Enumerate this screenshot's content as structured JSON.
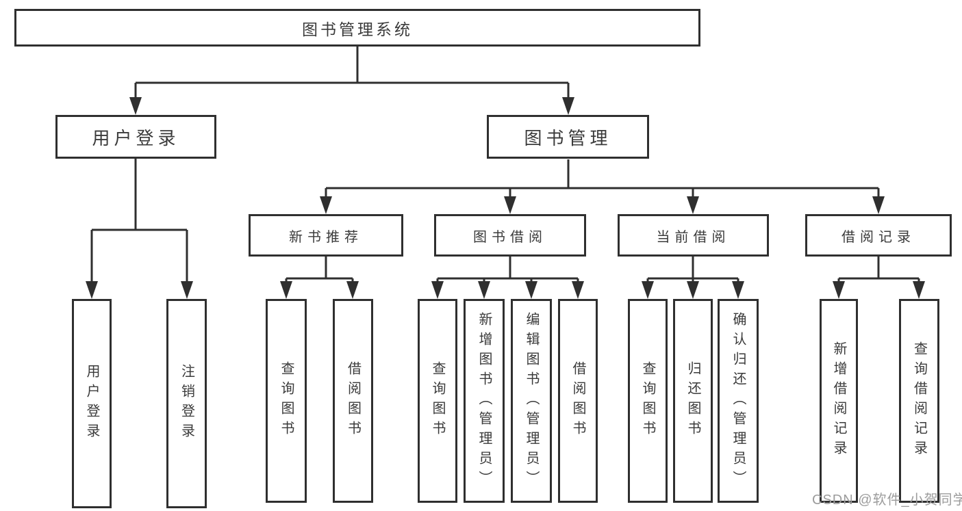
{
  "title": "图书管理系统",
  "level2": {
    "user_login_branch": "用户登录",
    "book_management_branch": "图书管理"
  },
  "level3": {
    "new_book_recommendation": "新书推荐",
    "book_borrowing": "图书借阅",
    "current_borrowing": "当前借阅",
    "borrowing_records": "借阅记录"
  },
  "leaves": {
    "user_login": "用户登录",
    "logout": "注销登录",
    "query_books_recommend": "查询图书",
    "borrow_books_recommend": "借阅图书",
    "query_books_borrowing": "查询图书",
    "add_books_admin": "新增图书（管理员）",
    "edit_books_admin": "编辑图书（管理员）",
    "borrow_books_borrowing": "借阅图书",
    "query_books_current": "查询图书",
    "return_books": "归还图书",
    "confirm_return_admin": "确认归还（管理员）",
    "add_borrow_record": "新增借阅记录",
    "query_borrow_record": "查询借阅记录"
  },
  "watermark": "CSDN @软件_小贺同学",
  "colors": {
    "line": "#2f2f2f",
    "box_background": "#ffffff",
    "text": "#3a3a3a",
    "watermark": "#9c9c9c"
  }
}
